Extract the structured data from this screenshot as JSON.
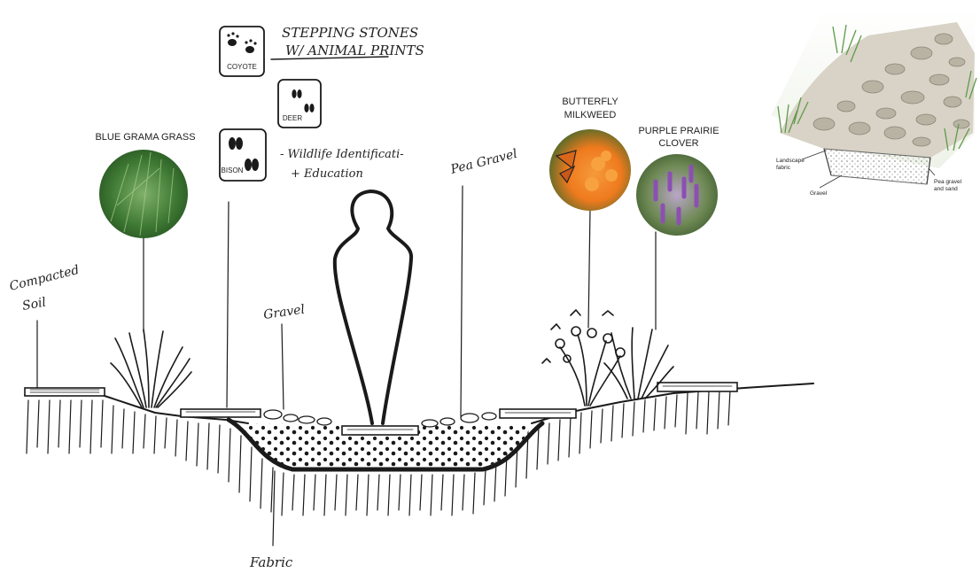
{
  "annotations": {
    "stepping_stones": [
      "STEPPING STONES",
      "W/ ANIMAL PRINTS"
    ],
    "coyote": "COYOTE",
    "deer": "DEER",
    "bison": "BISON",
    "wildlife_note": [
      "- Wildlife Identificati-",
      "+ Education"
    ],
    "blue_grama": "BLUE GRAMA GRASS",
    "butterfly_milkweed": [
      "BUTTERFLY",
      "MILKWEED"
    ],
    "purple_prairie_clover": [
      "PURPLE PRAIRIE",
      "CLOVER"
    ],
    "compacted_soil": [
      "Compacted",
      "Soil"
    ],
    "gravel": "Gravel",
    "pea_gravel": "Pea Gravel",
    "fabric": "Fabric"
  },
  "inset": {
    "landscape_fabric": [
      "Landscape",
      "fabric"
    ],
    "gravel": "Gravel",
    "pea_gravel_sand": [
      "Pea gravel",
      "and sand"
    ]
  },
  "colors": {
    "ink": "#1a1a1a",
    "grass_green": "#3f7a34",
    "milkweed_orange": "#ef7a1e",
    "clover_purple": "#8c4fb3"
  }
}
